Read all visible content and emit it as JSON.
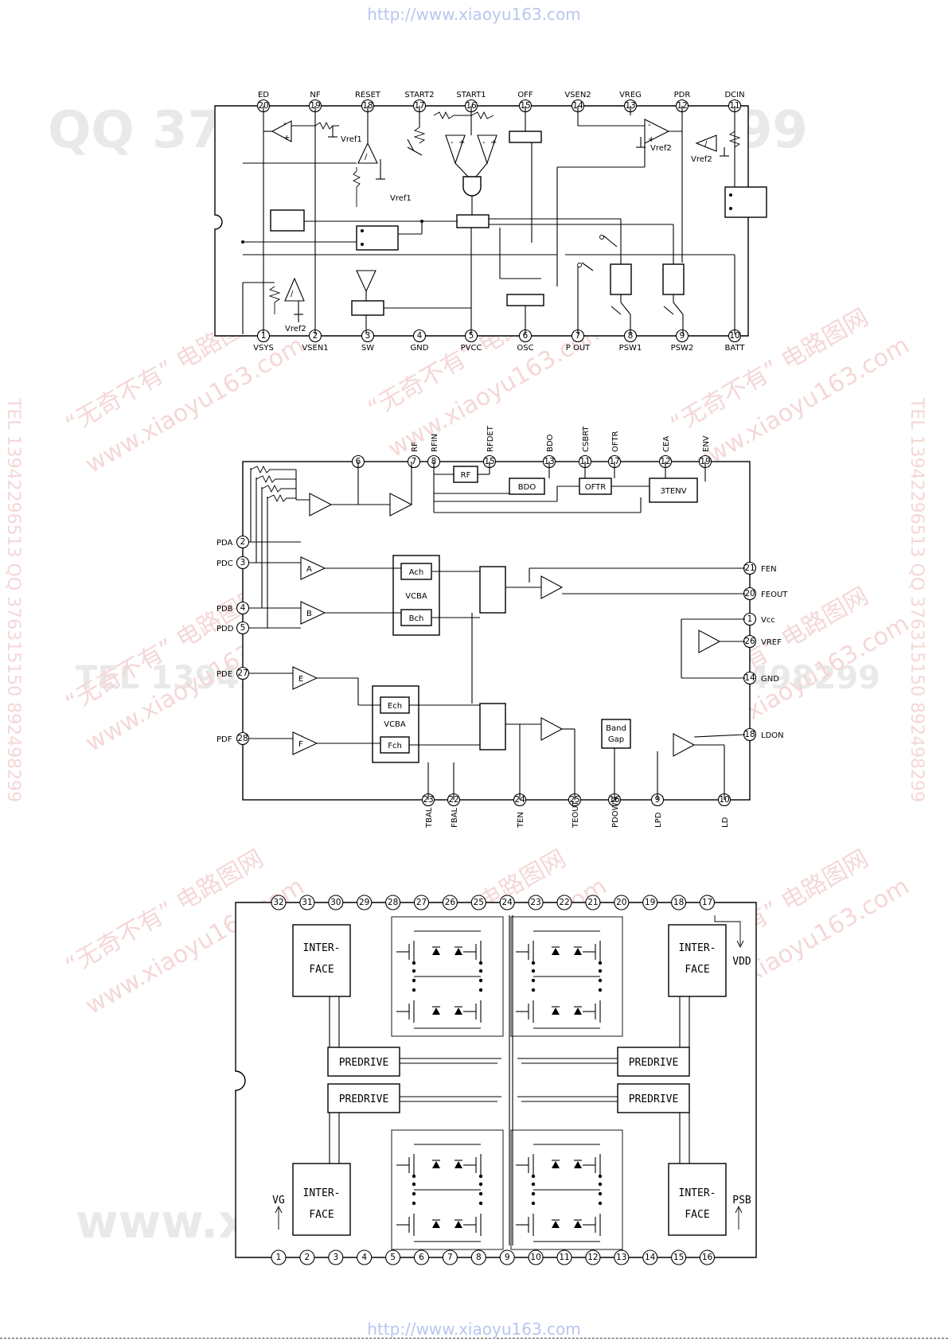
{
  "header": {
    "url": "http://www.xiaoyu163.com"
  },
  "footer": {
    "url": "http://www.xiaoyu163.com"
  },
  "watermarks": {
    "qq_top": "QQ 376315150 892498299",
    "tel_mid": "TEL 13942296513 QQ 376315150 892498299",
    "www_bottom": "www.xiaoyu163.com",
    "cn_text": "“无奇不有” 电路图网",
    "cn_url": "www.xiaoyu163.com",
    "side_text": "TEL 13942296513 QQ 376315150 892498299"
  },
  "diagram1": {
    "top_pins": [
      {
        "num": "20",
        "label": "ED"
      },
      {
        "num": "19",
        "label": "NF"
      },
      {
        "num": "18",
        "label": "RESET"
      },
      {
        "num": "17",
        "label": "START2"
      },
      {
        "num": "16",
        "label": "START1"
      },
      {
        "num": "15",
        "label": "OFF"
      },
      {
        "num": "14",
        "label": "VSEN2"
      },
      {
        "num": "13",
        "label": "VREG"
      },
      {
        "num": "12",
        "label": "PDR"
      },
      {
        "num": "11",
        "label": "DCIN"
      }
    ],
    "bottom_pins": [
      {
        "num": "1",
        "label": "VSYS"
      },
      {
        "num": "2",
        "label": "VSEN1"
      },
      {
        "num": "3",
        "label": "SW"
      },
      {
        "num": "4",
        "label": "GND"
      },
      {
        "num": "5",
        "label": "PVCC"
      },
      {
        "num": "6",
        "label": "OSC"
      },
      {
        "num": "7",
        "label": "P OUT"
      },
      {
        "num": "8",
        "label": "PSW1"
      },
      {
        "num": "9",
        "label": "PSW2"
      },
      {
        "num": "10",
        "label": "BATT"
      }
    ],
    "refs": {
      "vref1": "Vref1",
      "vref2": "Vref2"
    }
  },
  "diagram2": {
    "top_pins": [
      {
        "num": "6",
        "label": ""
      },
      {
        "num": "7",
        "label": "RF"
      },
      {
        "num": "8",
        "label": "RFIN"
      },
      {
        "num": "15",
        "label": "RFDET"
      },
      {
        "num": "13",
        "label": "BDO"
      },
      {
        "num": "11",
        "label": "CSBRT"
      },
      {
        "num": "17",
        "label": "OFTR"
      },
      {
        "num": "12",
        "label": "CEA"
      },
      {
        "num": "19",
        "label": "ENV"
      }
    ],
    "left_pins": [
      {
        "num": "2",
        "label": "PDA"
      },
      {
        "num": "3",
        "label": "PDC"
      },
      {
        "num": "4",
        "label": "PDB"
      },
      {
        "num": "5",
        "label": "PDD"
      },
      {
        "num": "27",
        "label": "PDE"
      },
      {
        "num": "28",
        "label": "PDF"
      }
    ],
    "right_pins": [
      {
        "num": "21",
        "label": "FEN"
      },
      {
        "num": "20",
        "label": "FEOUT"
      },
      {
        "num": "1",
        "label": "Vcc"
      },
      {
        "num": "26",
        "label": "VREF"
      },
      {
        "num": "14",
        "label": "GND"
      },
      {
        "num": "18",
        "label": "LDON"
      }
    ],
    "bottom_pins": [
      {
        "num": "23",
        "label": "TBAL"
      },
      {
        "num": "22",
        "label": "FBAL"
      },
      {
        "num": "24",
        "label": "TEN"
      },
      {
        "num": "25",
        "label": "TEOUT"
      },
      {
        "num": "16",
        "label": "PDOWN"
      },
      {
        "num": "9",
        "label": "LPD"
      },
      {
        "num": "10",
        "label": "LD"
      }
    ],
    "blocks": {
      "rf": "RF",
      "bdo": "BDO",
      "oftr": "OFTR",
      "env": "3TENV",
      "vcba": "VCBA",
      "ach": "Ach",
      "bch": "Bch",
      "ech": "Ech",
      "fch": "Fch",
      "band": "Band",
      "gap": "Gap"
    },
    "amps": [
      "A",
      "B",
      "E",
      "F"
    ]
  },
  "diagram3": {
    "top_pins": [
      "32",
      "31",
      "30",
      "29",
      "28",
      "27",
      "26",
      "25",
      "24",
      "23",
      "22",
      "21",
      "20",
      "19",
      "18",
      "17"
    ],
    "bottom_pins": [
      "1",
      "2",
      "3",
      "4",
      "5",
      "6",
      "7",
      "8",
      "9",
      "10",
      "11",
      "12",
      "13",
      "14",
      "15",
      "16"
    ],
    "interface_l1": "INTER-",
    "interface_l2": "FACE",
    "predrive": "PREDRIVE",
    "vdd": "VDD",
    "vg": "VG",
    "psb": "PSB"
  }
}
